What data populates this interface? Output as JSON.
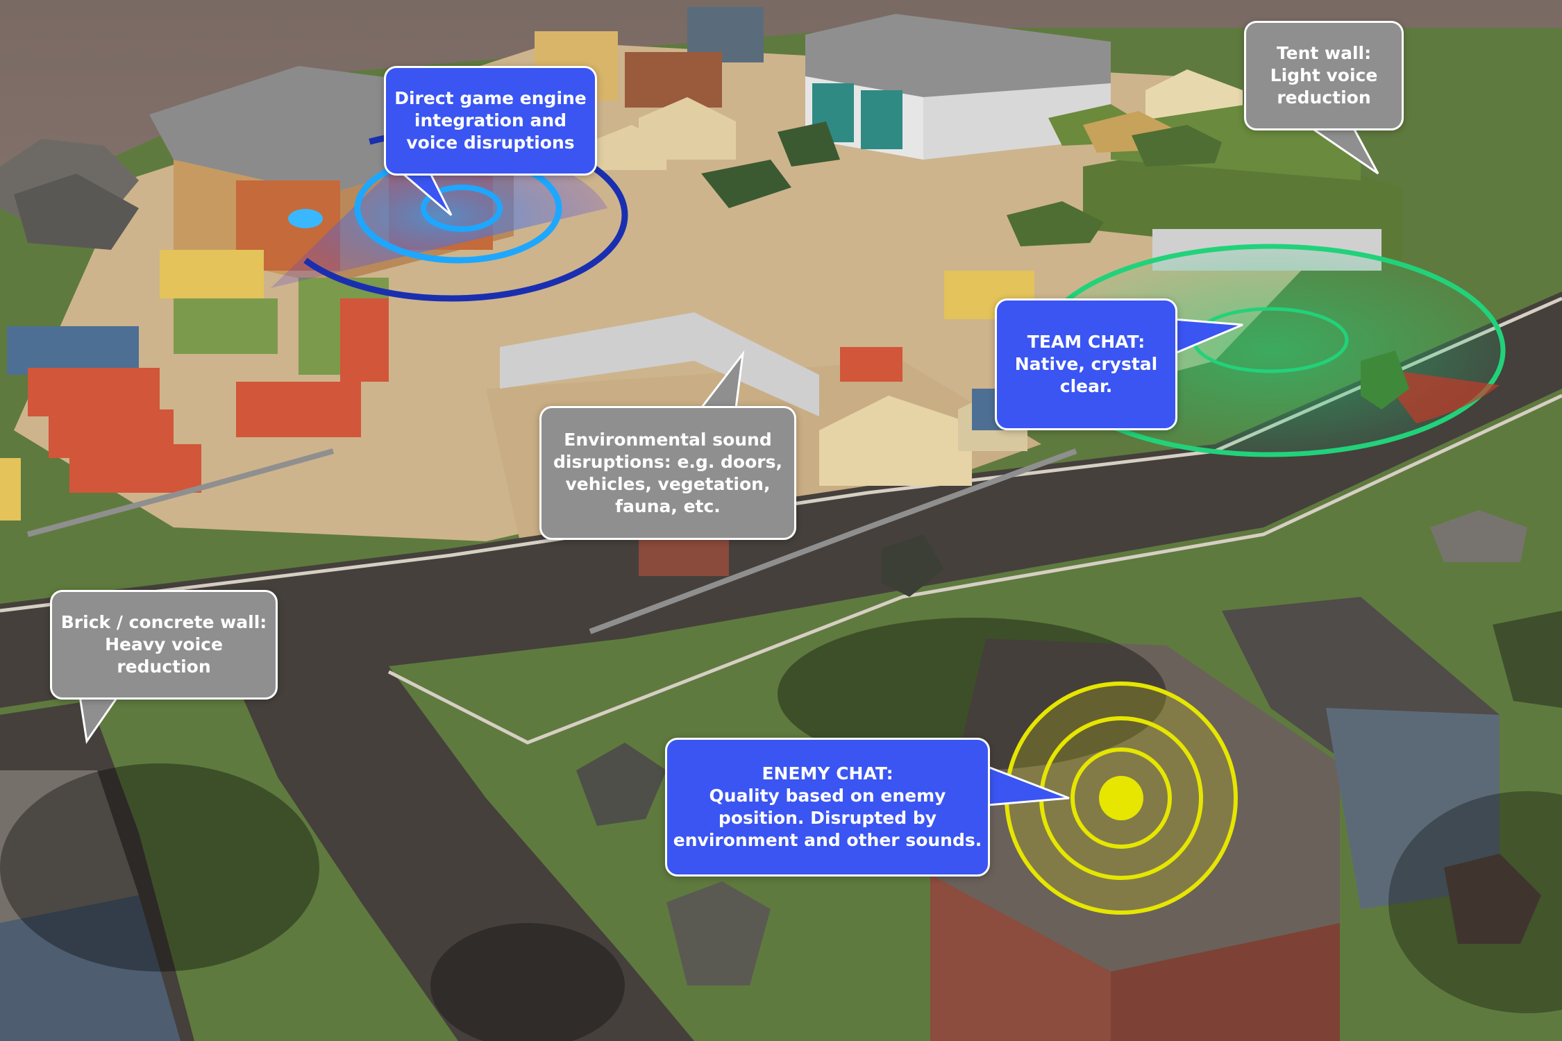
{
  "colors": {
    "callout_blue": "#3a55f2",
    "callout_grey": "#8f8f8f",
    "engine_ring": "#1ea7ff",
    "team_ring": "#22d27a",
    "enemy_ring": "#e6e600",
    "blocked_sector": "#c43a2a"
  },
  "callouts": {
    "engine": {
      "lines": [
        "Direct game engine",
        "integration and",
        "voice disruptions"
      ]
    },
    "tent": {
      "lines": [
        "Tent wall:",
        "Light voice",
        "reduction"
      ]
    },
    "environment": {
      "lines": [
        "Environmental sound",
        "disruptions: e.g. doors,",
        "vehicles, vegetation,",
        "fauna, etc."
      ]
    },
    "team": {
      "lines": [
        "TEAM CHAT:",
        "Native, crystal",
        "clear."
      ]
    },
    "brick": {
      "lines": [
        "Brick / concrete wall:",
        "Heavy voice",
        "reduction"
      ]
    },
    "enemy": {
      "lines": [
        "ENEMY CHAT:",
        "Quality based on enemy",
        "position. Disrupted by",
        "environment and other sounds."
      ]
    }
  }
}
